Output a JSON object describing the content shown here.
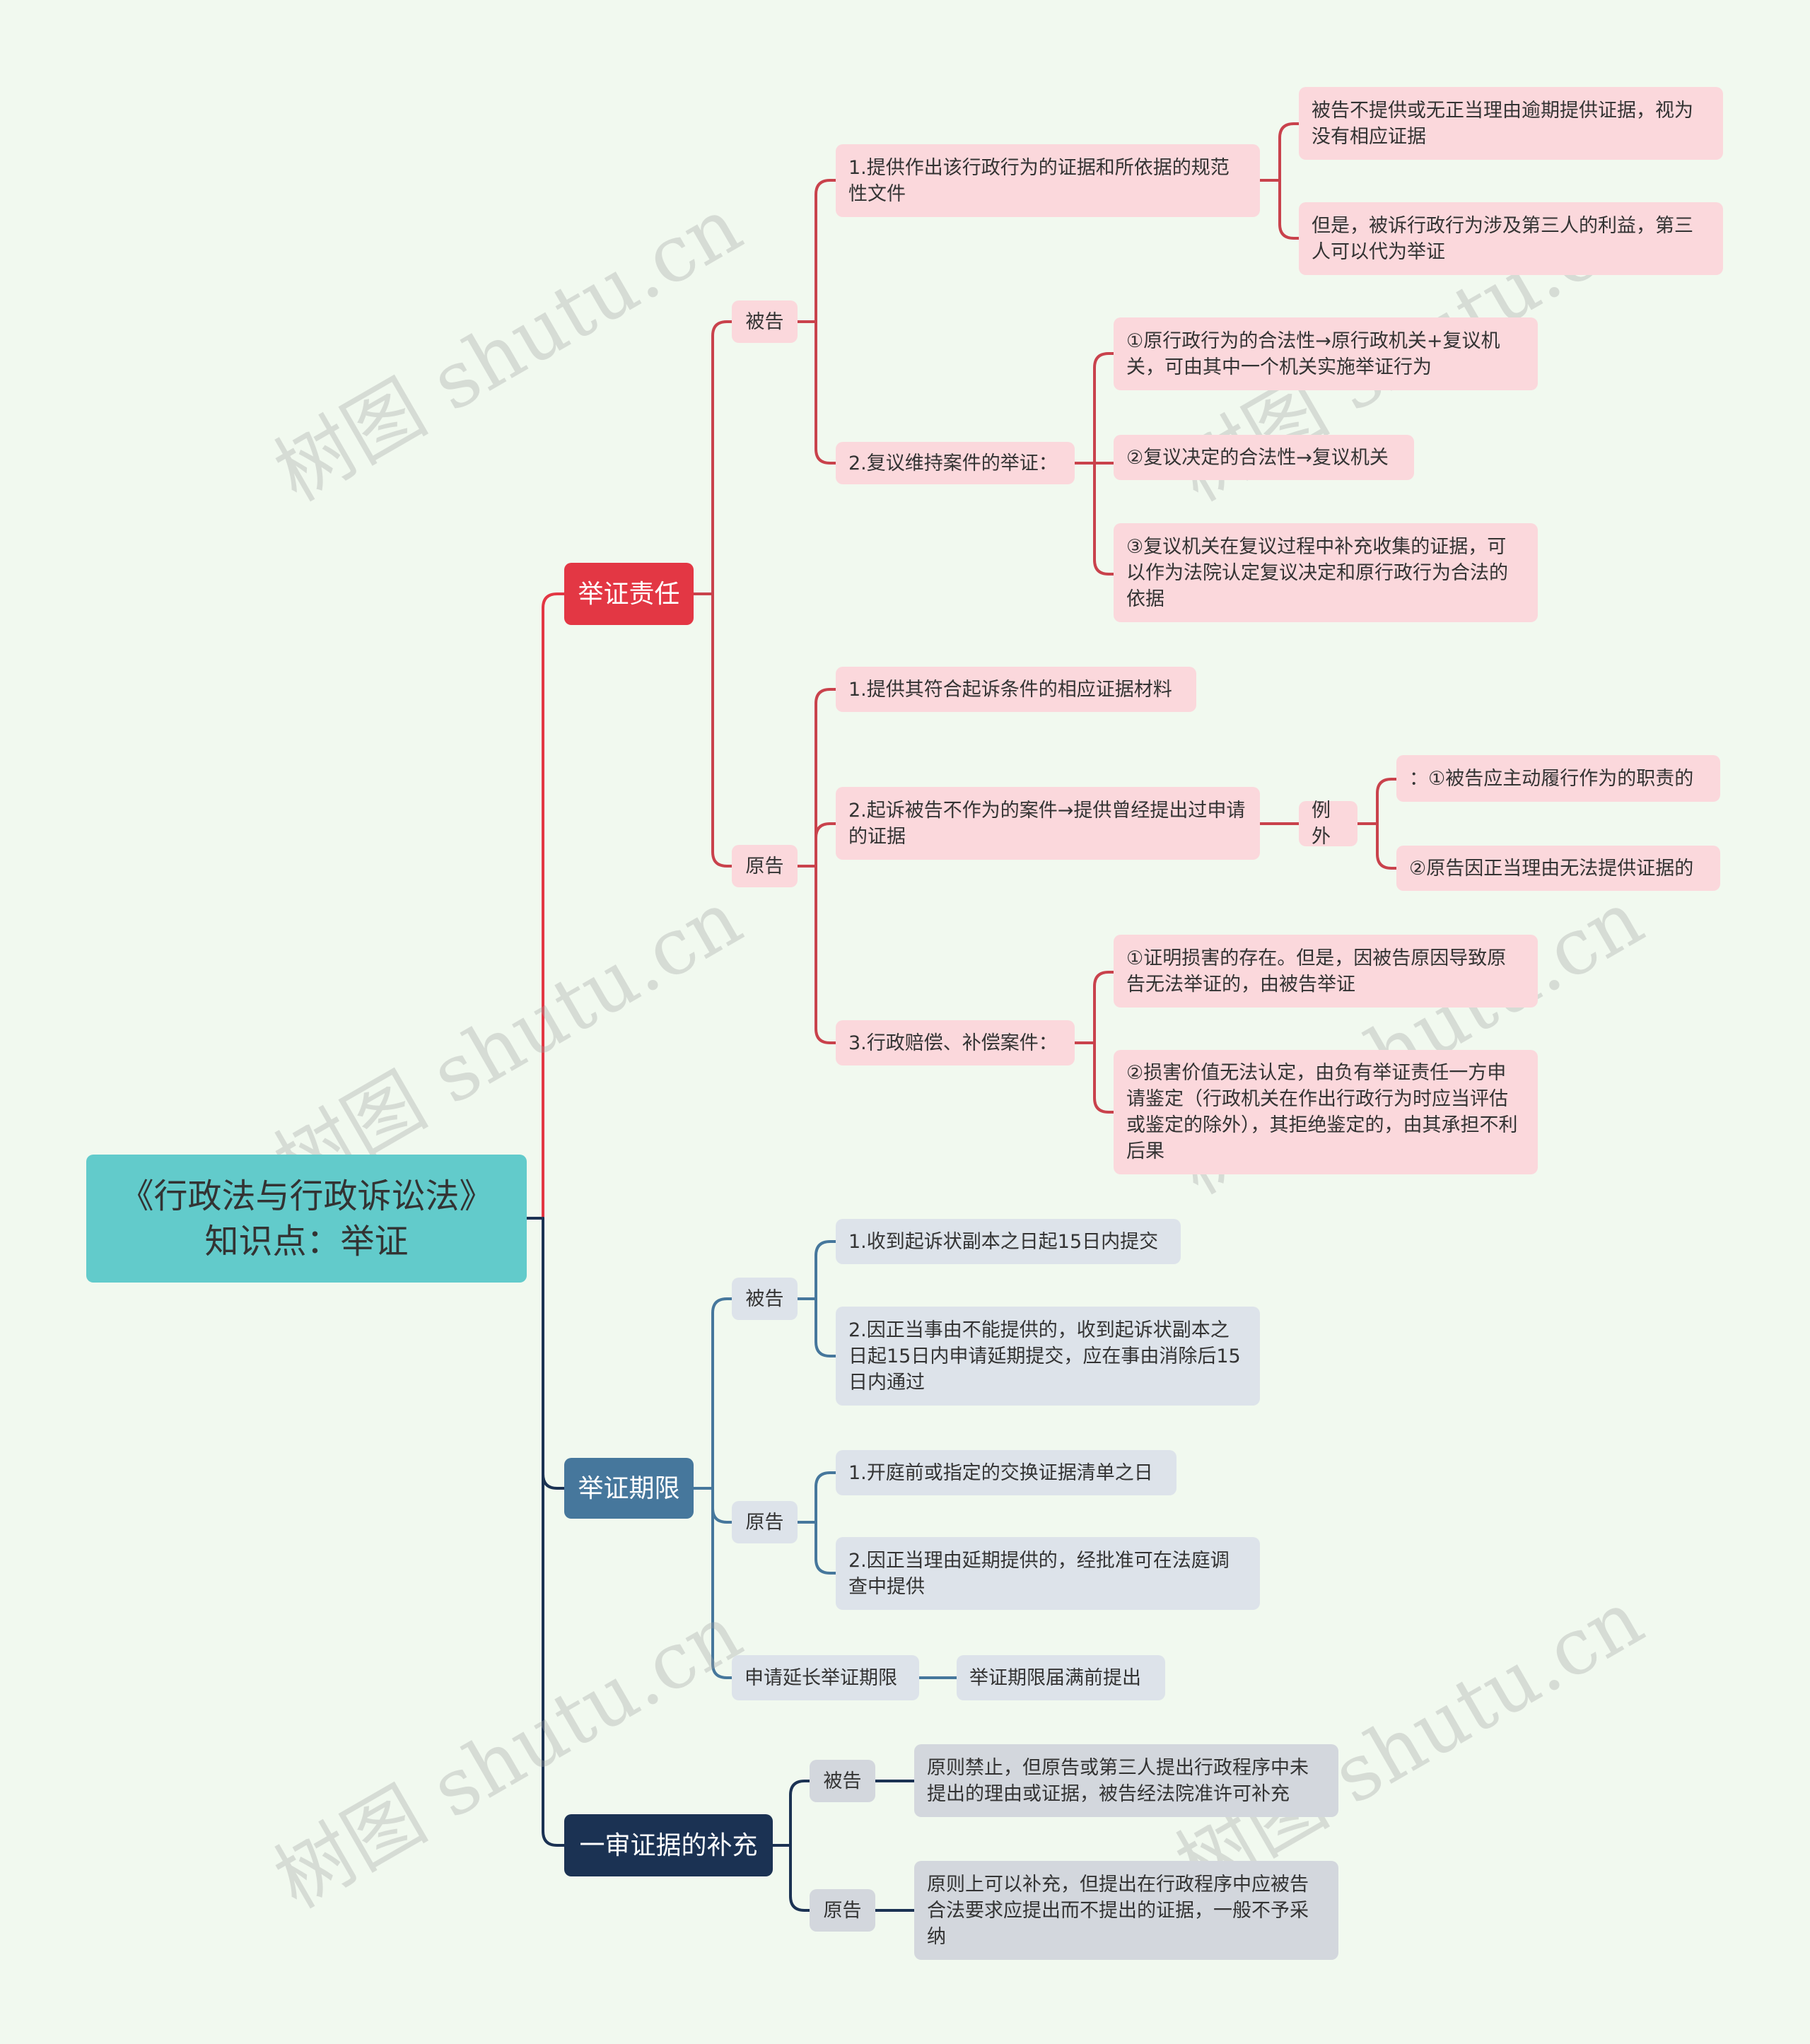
{
  "root": {
    "line1": "《行政法与行政诉讼法》",
    "line2": "知识点：举证"
  },
  "branches": {
    "burden": {
      "label": "举证责任",
      "color": "#e33744",
      "defendant": {
        "label": "被告",
        "item1": "1.提供作出该行政行为的证据和所依据的规范性文件",
        "item1_a": "被告不提供或无正当理由逾期提供证据，视为没有相应证据",
        "item1_b": "但是，被诉行政行为涉及第三人的利益，第三人可以代为举证",
        "item2": "2.复议维持案件的举证：",
        "item2_a": "①原行政行为的合法性→原行政机关+复议机关，可由其中一个机关实施举证行为",
        "item2_b": "②复议决定的合法性→复议机关",
        "item2_c": "③复议机关在复议过程中补充收集的证据，可以作为法院认定复议决定和原行政行为合法的依据"
      },
      "plaintiff": {
        "label": "原告",
        "item1": "1.提供其符合起诉条件的相应证据材料",
        "item2": "2.起诉被告不作为的案件→提供曾经提出过申请的证据",
        "exception": "例外",
        "exception_a": "：①被告应主动履行作为的职责的",
        "exception_b": "②原告因正当理由无法提供证据的",
        "item3": "3.行政赔偿、补偿案件：",
        "item3_a": "①证明损害的存在。但是，因被告原因导致原告无法举证的，由被告举证",
        "item3_b": "②损害价值无法认定，由负有举证责任一方申请鉴定（行政机关在作出行政行为时应当评估或鉴定的除外），其拒绝鉴定的，由其承担不利后果"
      }
    },
    "deadline": {
      "label": "举证期限",
      "color": "#46779c",
      "defendant": {
        "label": "被告",
        "item1": "1.收到起诉状副本之日起15日内提交",
        "item2": "2.因正当事由不能提供的，收到起诉状副本之日起15日内申请延期提交，应在事由消除后15日内通过"
      },
      "plaintiff": {
        "label": "原告",
        "item1": "1.开庭前或指定的交换证据清单之日",
        "item2": "2.因正当理由延期提供的，经批准可在法庭调查中提供"
      },
      "extend": {
        "label": "申请延长举证期限",
        "detail": "举证期限届满前提出"
      }
    },
    "supplement": {
      "label": "一审证据的补充",
      "color": "#1b3253",
      "defendant": {
        "label": "被告",
        "detail": "原则禁止，但原告或第三人提出行政程序中未提出的理由或证据，被告经法院准许可补充"
      },
      "plaintiff": {
        "label": "原告",
        "detail": "原则上可以补充，但提出在行政程序中应被告合法要求应提出而不提出的证据，一般不予采纳"
      }
    }
  },
  "watermark": "树图 shutu.cn"
}
